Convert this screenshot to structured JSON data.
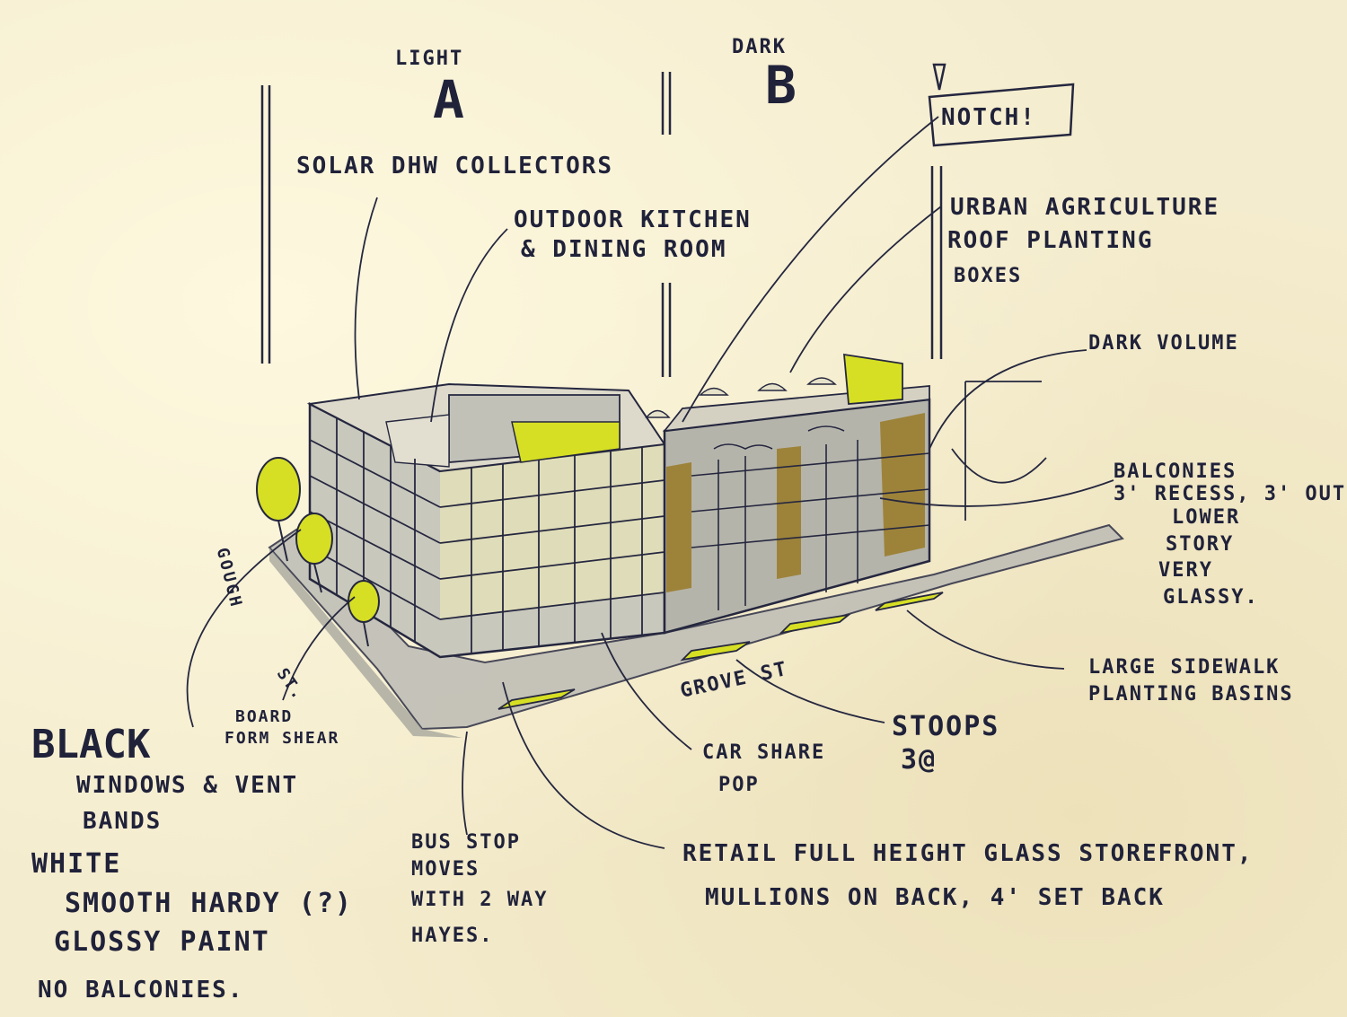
{
  "sections": {
    "a_label": "LIGHT",
    "a_letter": "A",
    "b_label": "DARK",
    "b_letter": "B",
    "notch": "NOTCH!"
  },
  "top_labels": {
    "solar": "SOLAR DHW COLLECTORS",
    "kitchen_line1": "OUTDOOR KITCHEN",
    "kitchen_line2": "& DINING ROOM",
    "urban_line1": "URBAN AGRICULTURE",
    "urban_line2": "ROOF PLANTING",
    "urban_line3": "BOXES",
    "dark_volume": "DARK VOLUME"
  },
  "right_labels": {
    "balconies_line1": "BALCONIES",
    "balconies_line2": "3' RECESS, 3' OUT.",
    "lower_line1": "LOWER",
    "lower_line2": "STORY",
    "lower_line3": "VERY",
    "lower_line4": "GLASSY.",
    "basins_line1": "LARGE SIDEWALK",
    "basins_line2": "PLANTING BASINS"
  },
  "streets": {
    "gough": "GOUGH",
    "st": "ST.",
    "grove": "GROVE ST"
  },
  "bottom_labels": {
    "board_line1": "BOARD",
    "board_line2": "FORM SHEAR",
    "stoops_line1": "STOOPS",
    "stoops_line2": "3@",
    "carshare_line1": "CAR SHARE",
    "carshare_line2": "POP",
    "bus_line1": "BUS STOP",
    "bus_line2": "MOVES",
    "bus_line3": "WITH 2 WAY",
    "bus_line4": "HAYES.",
    "retail_line1": "RETAIL FULL HEIGHT GLASS STOREFRONT,",
    "retail_line2": "MULLIONS ON BACK, 4' SET BACK"
  },
  "legend": {
    "black_title": "BLACK",
    "black_line1": "WINDOWS & VENT",
    "black_line2": "BANDS",
    "white_title": "WHITE",
    "white_line1": "SMOOTH HARDY (?)",
    "white_line2": "GLOSSY PAINT",
    "white_line3": "NO BALCONIES."
  },
  "colors": {
    "paper": "#f4ecce",
    "ink": "#20223a",
    "accent_yellow": "#d8e02a",
    "ochre": "#9a7d2e",
    "gray_wash": "#b7b6ad"
  }
}
